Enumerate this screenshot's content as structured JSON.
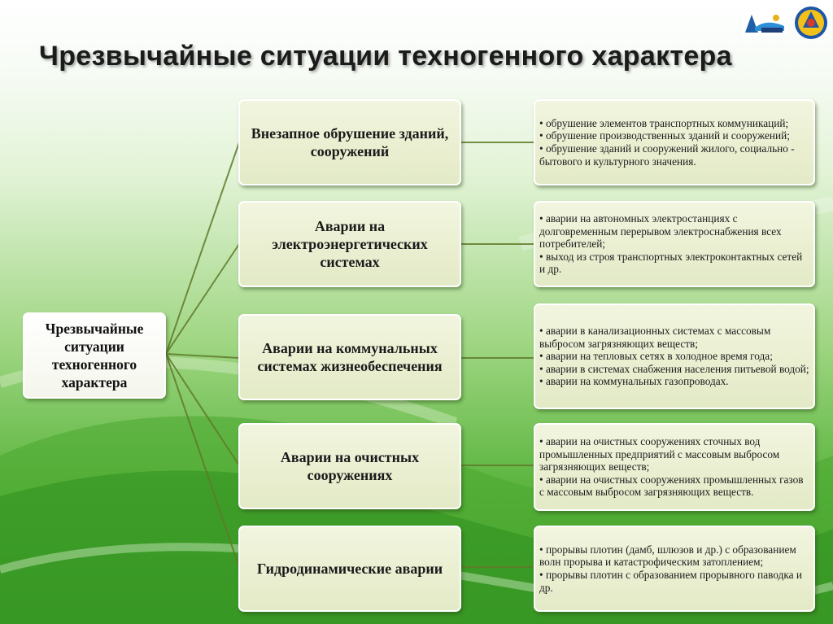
{
  "title": "Чрезвычайные ситуации техногенного характера",
  "root": "Чрезвычайные ситуации техногенного характера",
  "logos": [
    "emercom-center-logo",
    "emercom-emblem"
  ],
  "categories": [
    {
      "label": "Внезапное обрушение зданий, сооружений",
      "details": [
        "обрушение элементов транспортных коммуникаций;",
        "обрушение производственных зданий и сооружений;",
        "обрушение зданий и сооружений жилого, социально - бытового и культурного значения."
      ]
    },
    {
      "label": "Аварии на электроэнергетических системах",
      "details": [
        "аварии на автономных электростанциях с долговременным перерывом электроснабжения всех потребителей;",
        "выход из строя транспортных электроконтактных сетей и др."
      ]
    },
    {
      "label": "Аварии на коммунальных системах жизнеобеспечения",
      "details": [
        "аварии в канализационных системах с массовым выбросом загрязняющих веществ;",
        "аварии на тепловых сетях в холодное время года;",
        "аварии в системах снабжения населения питьевой водой;",
        "аварии на коммунальных газопроводах."
      ]
    },
    {
      "label": "Аварии на очистных сооружениях",
      "details": [
        "аварии на очистных сооружениях сточных вод промышленных предприятий с массовым выбросом загрязняющих веществ;",
        "аварии на очистных сооружениях промышленных газов с массовым выбросом загрязняющих веществ."
      ]
    },
    {
      "label": "Гидродинамические аварии",
      "details": [
        "прорывы плотин (дамб, шлюзов и др.) с образованием волн прорыва и катастрофическим затоплением;",
        "прорывы плотин с образованием прорывного паводка и др."
      ]
    }
  ]
}
